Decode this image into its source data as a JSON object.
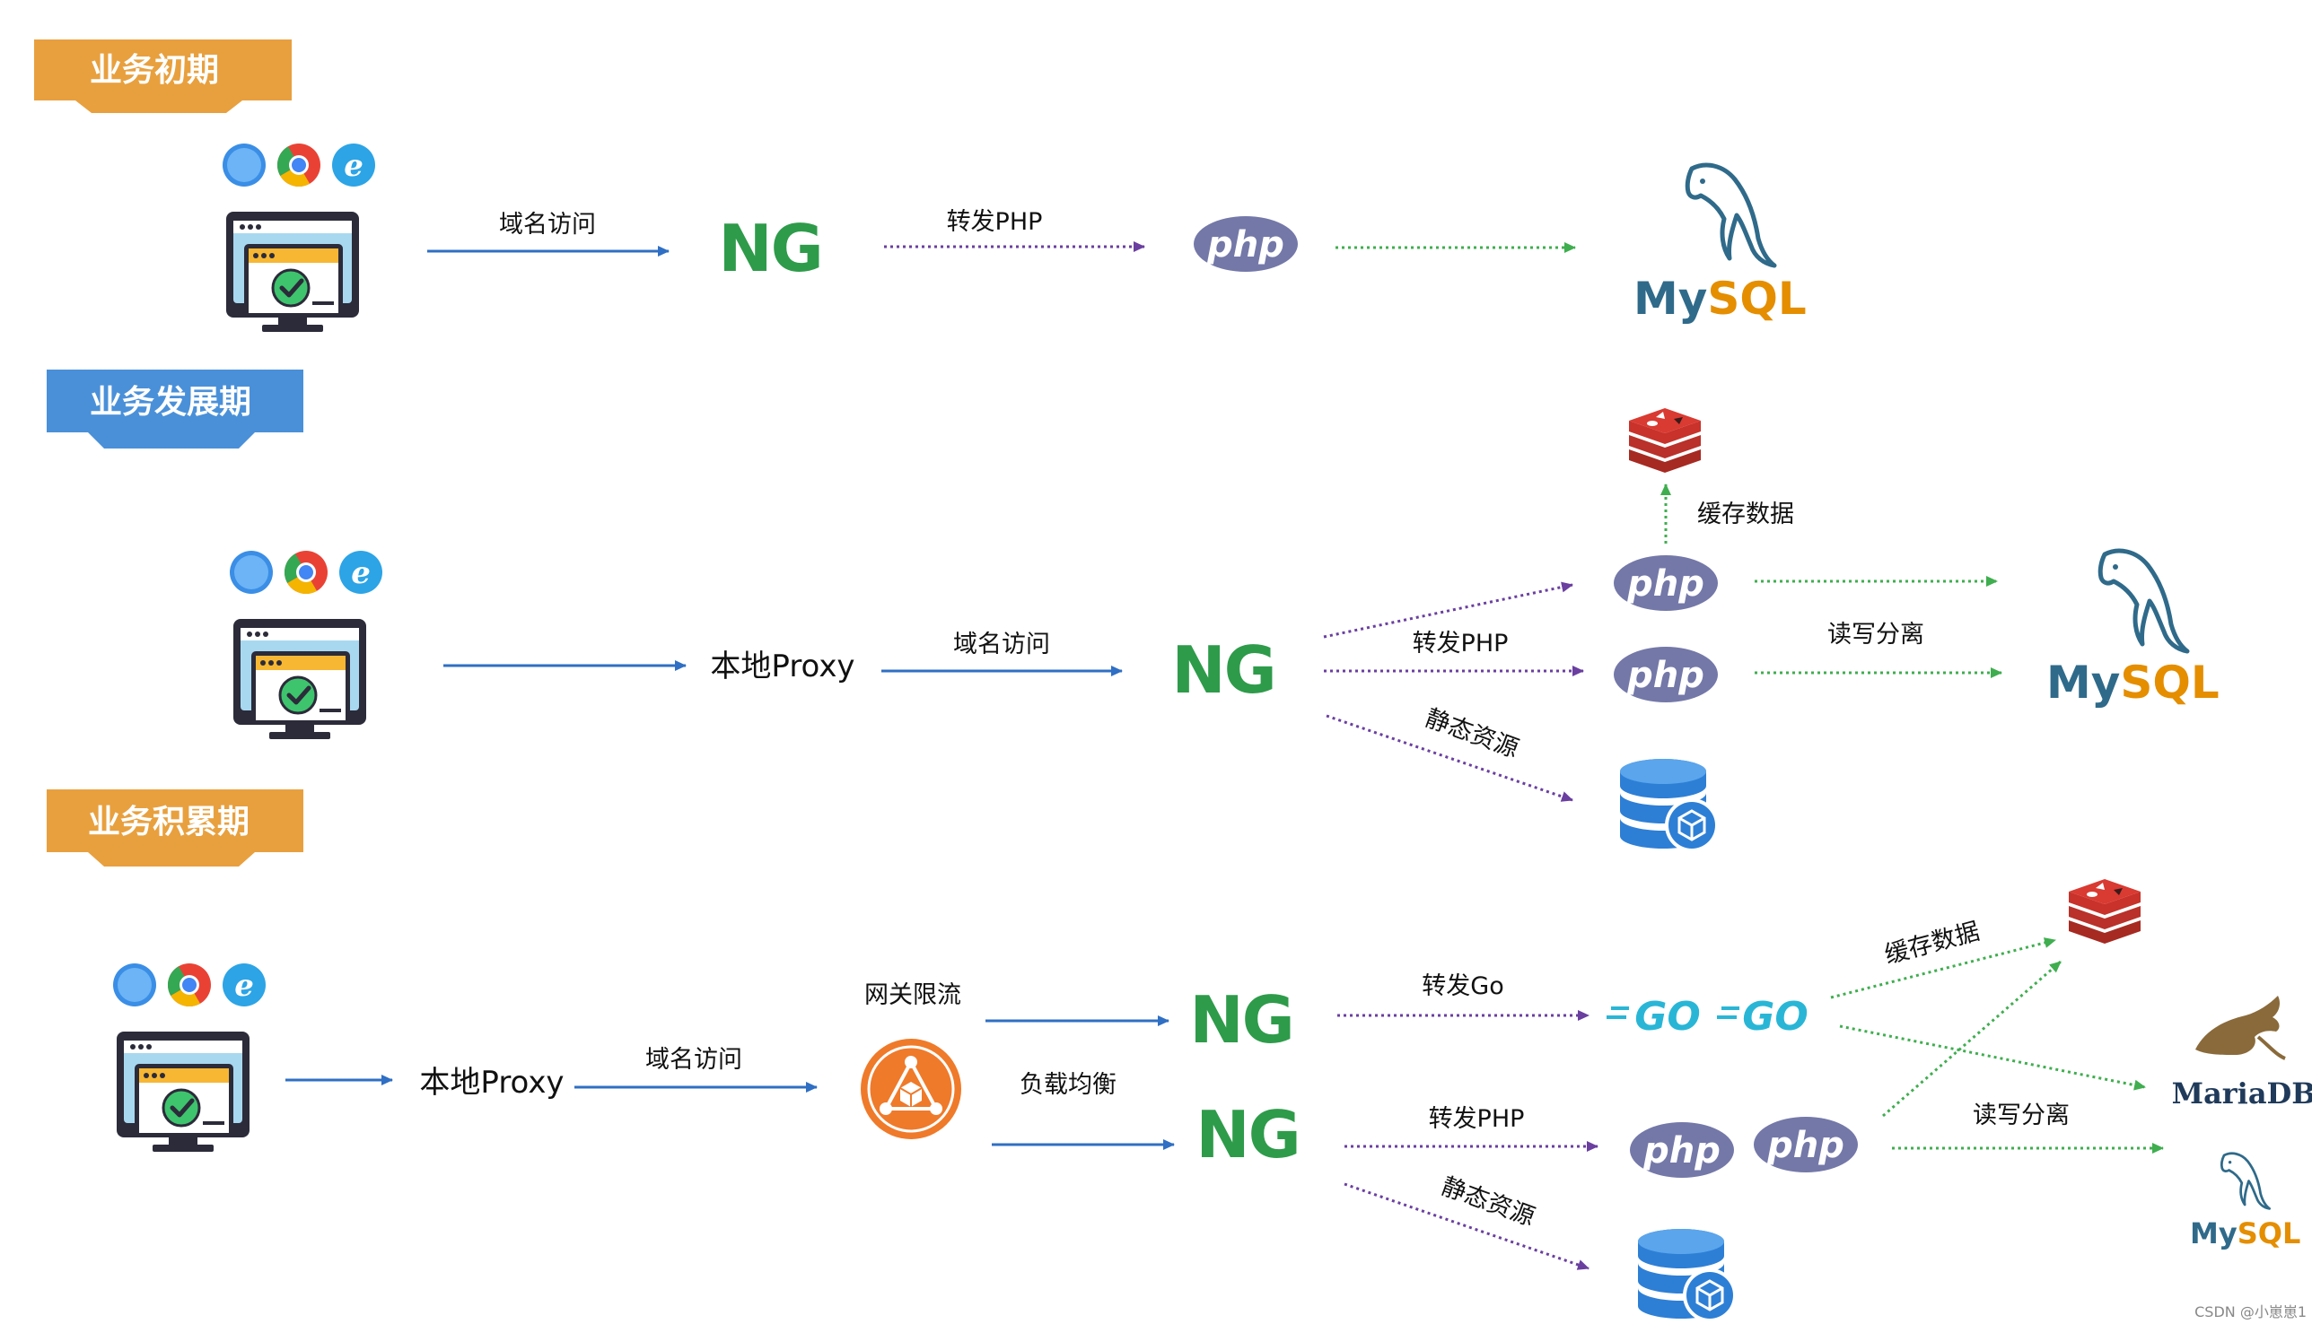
{
  "banners": {
    "phase1": "业务初期",
    "phase2": "业务发展期",
    "phase3": "业务积累期"
  },
  "labels": {
    "domain_access": "域名访问",
    "forward_php": "转发PHP",
    "forward_go": "转发Go",
    "cache_data": "缓存数据",
    "read_write_split": "读写分离",
    "static_resources": "静态资源",
    "local_proxy": "本地Proxy",
    "gateway_rate_limit": "网关限流",
    "load_balance": "负载均衡"
  },
  "logos": {
    "nginx": "NG",
    "php": "php",
    "mysql_my": "My",
    "mysql_sql": "SQL",
    "go": "GO",
    "mariadb": "MariaDB"
  },
  "credit": "CSDN @小崽崽1",
  "colors": {
    "orange_banner": "#e8a03e",
    "blue_banner": "#4a90d9",
    "edge_blue": "#2f6fc4",
    "edge_purple": "#6a3fa0",
    "edge_green": "#3fae4f",
    "nginx_green": "#2e9b4a",
    "php_purple": "#7478a8",
    "redis_red": "#c8322a",
    "storage_blue": "#2d7fd6",
    "gateway_orange": "#ef7a2a"
  },
  "icons": [
    "browser-monitor-icon",
    "safari-icon",
    "chrome-icon",
    "ie-icon",
    "redis-icon",
    "storage-db-icon",
    "gateway-icon",
    "mysql-dolphin-icon",
    "mariadb-seal-icon"
  ]
}
